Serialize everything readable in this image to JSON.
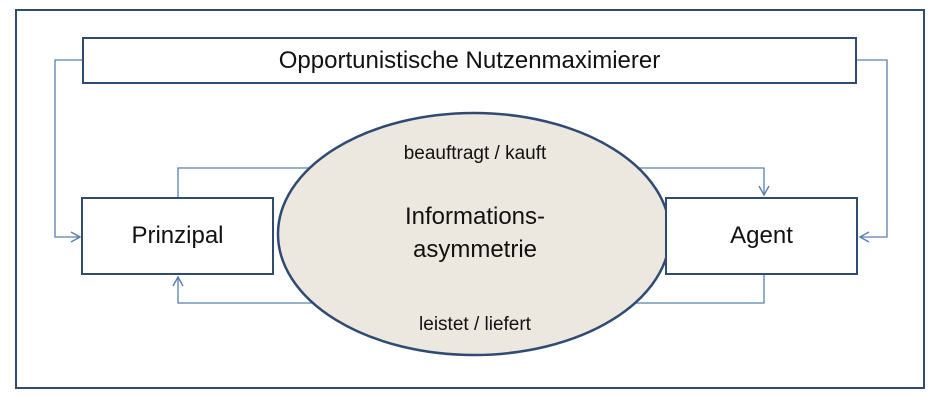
{
  "diagram": {
    "top_box_label": "Opportunistische Nutzenmaximierer",
    "left_box_label": "Prinzipal",
    "right_box_label": "Agent",
    "center_label_line1": "Informations-",
    "center_label_line2": "asymmetrie",
    "arrow_top_label": "beauftragt / kauft",
    "arrow_bottom_label": "leistet / liefert",
    "colors": {
      "border": "#2f4a73",
      "ellipse_fill": "#ede8df",
      "connector": "#5b7fb0"
    }
  }
}
